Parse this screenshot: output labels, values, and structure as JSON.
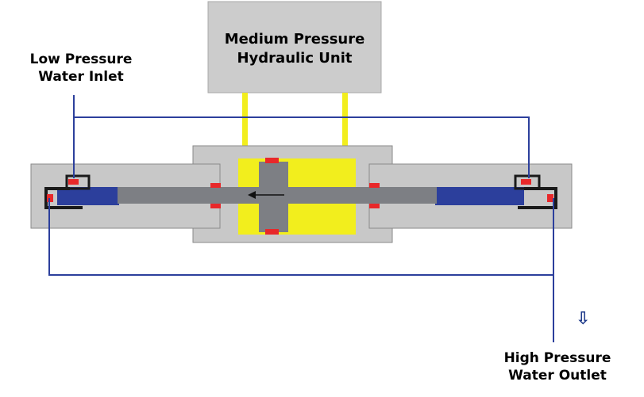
{
  "hydraulic_unit": {
    "line1": "Medium Pressure",
    "line2": "Hydraulic Unit"
  },
  "inlet": {
    "line1": "Low Pressure",
    "line2": "Water Inlet"
  },
  "outlet": {
    "line1": "High Pressure",
    "line2": "Water Outlet"
  },
  "flow_arrow": {
    "symbol": "⇩"
  },
  "colors": {
    "housing": "#c8c8c8",
    "housing_stroke": "#8a8a8a",
    "hydraulic_unit_fill": "#cccccc",
    "hydraulic_oil": "#f2ee1d",
    "water_chamber": "#2c3f9c",
    "piston": "#7d7f84",
    "seal": "#e8282a",
    "pipe": "#2c3f9c",
    "check_valve_frame": "#1a1a1a"
  }
}
